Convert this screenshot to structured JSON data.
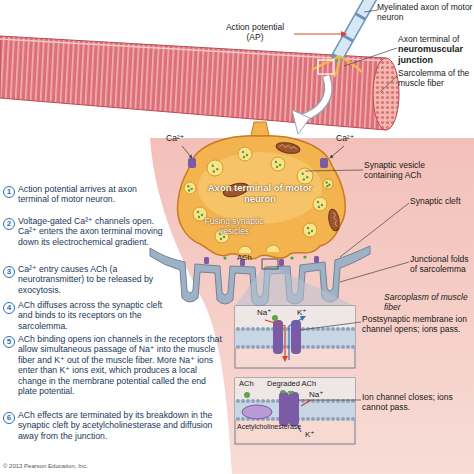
{
  "diagram": {
    "nodes": [
      {
        "text": [
          "Axon terminal of motor neuron",
          "Fusing synaptic vesicles"
        ]
      },
      {
        "text": [
          "Na⁺",
          "K⁺",
          "Postsynaptic membrane ion channel opens; ions pass."
        ]
      },
      {
        "text": [
          "ACh",
          "Degraded ACh",
          "Na⁺",
          "Acetylcholinesterase",
          "K⁺",
          "Ion channel closes; ions cannot pass."
        ]
      }
    ],
    "labels": [
      "Myelinated axon of motor neuron",
      "Action potential (AP)",
      "Axon terminal of",
      "neuromuscular junction",
      "Sarcolemma of the muscle fiber",
      "Ca²⁺",
      "Ca²⁺",
      "Synaptic vesicle containing ACh",
      "Synaptic cleft",
      "ACh",
      "Junctional folds of sarcolemma",
      "Sarcoplasm of muscle fiber",
      "1",
      "Action potential arrives at axon terminal of motor neuron.",
      "2",
      "Voltage-gated Ca²⁺ channels open. Ca²⁺ enters the axon terminal moving down its electrochemical gradient.",
      "3",
      "Ca²⁺ entry causes ACh (a neurotransmitter) to be released by exocytosis.",
      "4",
      "ACh diffuses across the synaptic cleft and binds to its receptors on the sarcolemma.",
      "5",
      "ACh binding opens ion channels in the receptors that allow simultaneous passage of Na⁺ into the muscle fiber and K⁺ out of the muscle fiber. More Na⁺ ions enter than K⁺ ions exit, which produces a local change in the membrane potential called the end plate potential.",
      "6",
      "ACh effects are terminated by its breakdown in the synaptic cleft by acetylcholinesterase and diffusion away from the junction.",
      "© 2013 Pearson Education, Inc."
    ]
  }
}
